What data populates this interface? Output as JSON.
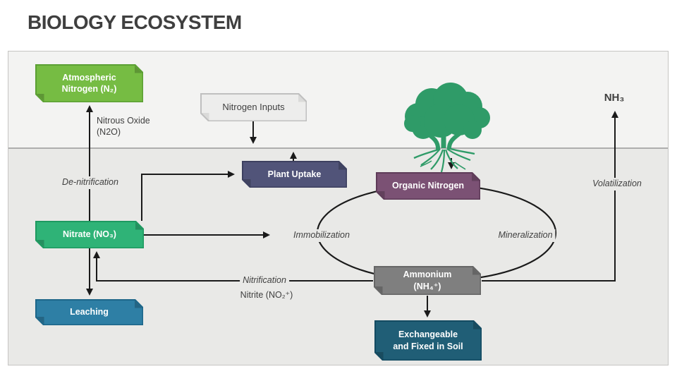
{
  "title": "BIOLOGY ECOSYSTEM",
  "boxes": {
    "atmospheric": {
      "label": "Atmospheric\nNitrogen (N₂)",
      "fill": "#76bc43",
      "border": "#5b9f33"
    },
    "nitrogen_inputs": {
      "label": "Nitrogen Inputs",
      "fill": "#ededec",
      "border": "#bfbfbf"
    },
    "plant_uptake": {
      "label": "Plant Uptake",
      "fill": "#515479",
      "border": "#3d4060"
    },
    "organic_nitrogen": {
      "label": "Organic Nitrogen",
      "fill": "#7b5174",
      "border": "#5e3b58"
    },
    "nitrate": {
      "label": "Nitrate (NO₃)",
      "fill": "#2fb377",
      "border": "#1e9960"
    },
    "ammonium": {
      "label": "Ammonium\n(NH₄⁺)",
      "fill": "#7f7f7f",
      "border": "#666666"
    },
    "leaching": {
      "label": "Leaching",
      "fill": "#2e7fa5",
      "border": "#1d6689"
    },
    "exchangeable": {
      "label": "Exchangeable\nand Fixed in Soil",
      "fill": "#205e76",
      "border": "#134a61"
    }
  },
  "labels": {
    "nitrous_oxide": "Nitrous Oxide\n(N2O)",
    "denitrification": "De-nitrification",
    "immobilization": "Immobilization",
    "mineralization": "Mineralization",
    "volatilization": "Volatilization",
    "nitrification": "Nitrification",
    "nitrite": "Nitrite (NO₂⁺)",
    "nh3": "NH₃"
  },
  "colors": {
    "title_text": "#3f3f3f",
    "panel_border": "#c6c5c3",
    "sky_background": "#f3f3f2",
    "soil_background": "#e9e9e7",
    "soil_line": "#aeaeae",
    "connector": "#1a1a1a",
    "tree": "#2f9b68",
    "label_text": "#3f3f3f"
  }
}
